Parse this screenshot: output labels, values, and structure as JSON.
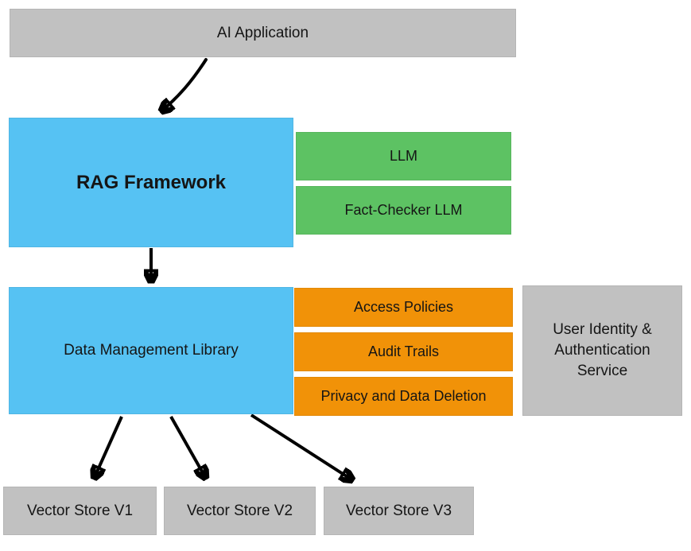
{
  "diagram": {
    "nodes": {
      "ai_application": {
        "label": "AI Application",
        "color": "#c1c1c1"
      },
      "rag_framework": {
        "label": "RAG Framework",
        "color": "#56c2f3"
      },
      "llm": {
        "label": "LLM",
        "color": "#5dc263"
      },
      "fact_checker_llm": {
        "label": "Fact-Checker LLM",
        "color": "#5dc263"
      },
      "data_management_library": {
        "label": "Data Management Library",
        "color": "#56c2f3"
      },
      "access_policies": {
        "label": "Access Policies",
        "color": "#f19208"
      },
      "audit_trails": {
        "label": "Audit Trails",
        "color": "#f19208"
      },
      "privacy_and_data_deletion": {
        "label": "Privacy and Data Deletion",
        "color": "#f19208"
      },
      "user_identity_auth": {
        "label": "User Identity & Authentication Service",
        "color": "#c1c1c1"
      },
      "vector_store_v1": {
        "label": "Vector Store V1",
        "color": "#c1c1c1"
      },
      "vector_store_v2": {
        "label": "Vector Store V2",
        "color": "#c1c1c1"
      },
      "vector_store_v3": {
        "label": "Vector Store V3",
        "color": "#c1c1c1"
      }
    },
    "edges": [
      {
        "from": "ai_application",
        "to": "rag_framework",
        "style": "curved"
      },
      {
        "from": "rag_framework",
        "to": "data_management_library",
        "style": "straight"
      },
      {
        "from": "data_management_library",
        "to": "vector_store_v1",
        "style": "straight"
      },
      {
        "from": "data_management_library",
        "to": "vector_store_v2",
        "style": "straight"
      },
      {
        "from": "data_management_library",
        "to": "vector_store_v3",
        "style": "straight"
      }
    ],
    "colors": {
      "background": "#ffffff",
      "gray_box": "#c1c1c1",
      "blue_box": "#56c2f3",
      "green_box": "#5dc263",
      "orange_box": "#f19208",
      "text": "#151515",
      "arrow": "#000000"
    }
  }
}
